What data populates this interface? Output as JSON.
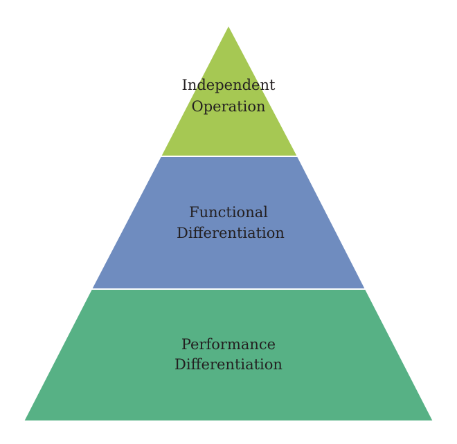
{
  "diagram": {
    "type": "pyramid",
    "tiers": [
      {
        "lines": [
          "Independent",
          "Operation"
        ],
        "color": "#a6c853"
      },
      {
        "lines": [
          "Functional",
          "Differentiation"
        ],
        "color": "#6f8cbf"
      },
      {
        "lines": [
          "Performance",
          "Differentiation"
        ],
        "color": "#57b185"
      }
    ]
  }
}
